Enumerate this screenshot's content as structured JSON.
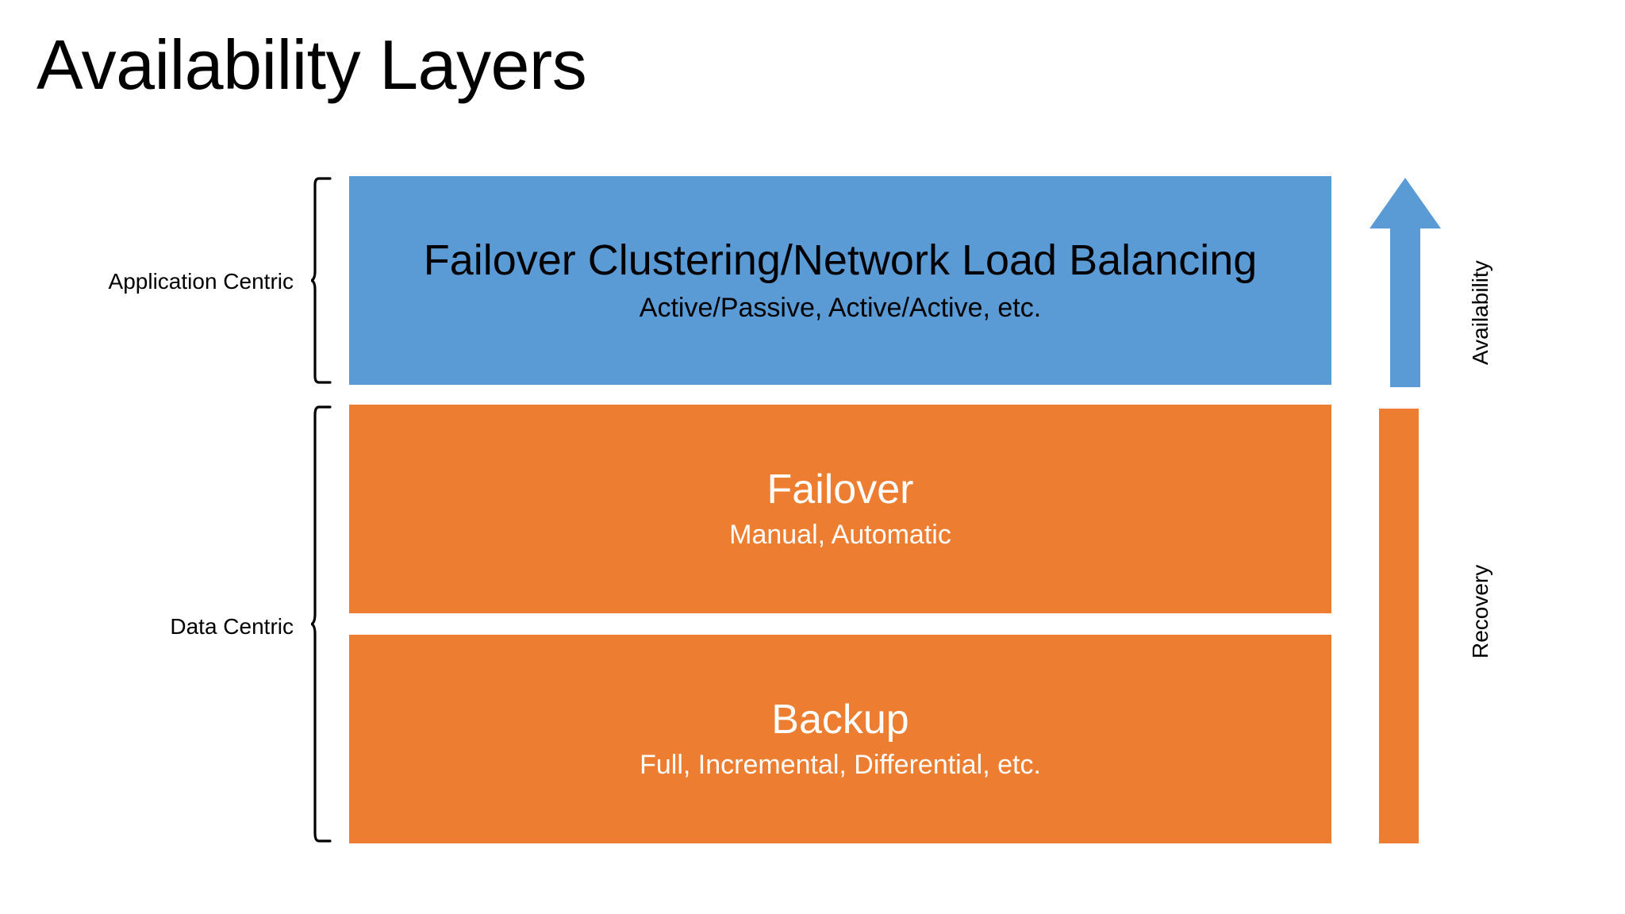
{
  "slide": {
    "title": "Availability Layers",
    "background_color": "#FFFFFF"
  },
  "colors": {
    "application_layer": "#5B9BD5",
    "data_layer": "#ED7D31",
    "title_text": "#000000",
    "light_text": "#FFFFFF"
  },
  "groups": [
    {
      "id": "application-centric",
      "label": "Application Centric"
    },
    {
      "id": "data-centric",
      "label": "Data Centric"
    }
  ],
  "layers": [
    {
      "id": "application-centric-layer",
      "title": "Failover Clustering/Network Load Balancing",
      "subtitle": "Active/Passive, Active/Active, etc.",
      "color": "#5B9BD5",
      "text_color": "#000000",
      "group": "Application Centric"
    },
    {
      "id": "failover-layer",
      "title": "Failover",
      "subtitle": "Manual, Automatic",
      "color": "#ED7D31",
      "text_color": "#FFFFFF",
      "group": "Data Centric"
    },
    {
      "id": "backup-layer",
      "title": "Backup",
      "subtitle": "Full, Incremental, Differential, etc.",
      "color": "#ED7D31",
      "text_color": "#FFFFFF",
      "group": "Data Centric"
    }
  ],
  "indicators": [
    {
      "id": "availability-indicator",
      "label": "Availability",
      "shape": "up-arrow",
      "color": "#5B9BD5",
      "orientation": "vertical"
    },
    {
      "id": "recovery-indicator",
      "label": "Recovery",
      "shape": "bar",
      "color": "#ED7D31",
      "orientation": "vertical"
    }
  ],
  "icons": {
    "brace_application": "curly-brace-icon",
    "brace_data": "curly-brace-icon",
    "arrow_up": "arrow-up-icon"
  }
}
